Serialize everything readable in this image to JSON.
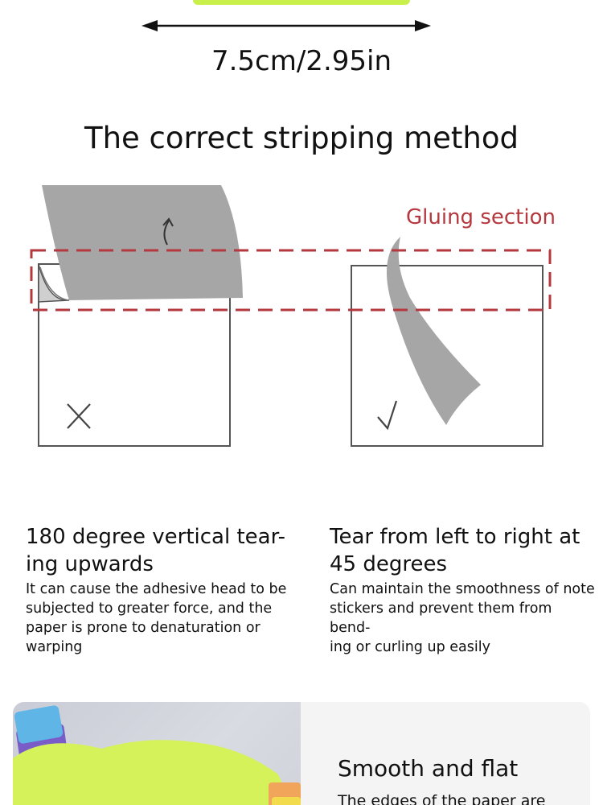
{
  "dimension": {
    "label": "7.5cm/2.95in"
  },
  "title": "The correct stripping method",
  "gluing_label": "Gluing section",
  "colors": {
    "accent_red": "#b5383e",
    "sheet_gray": "#a6a6a6",
    "note_green": "#c8ef4a"
  },
  "left": {
    "mark": "×",
    "heading_lines": [
      "180 degree vertical tear-",
      "ing upwards"
    ],
    "desc_lines": [
      "It can cause the adhesive head to be",
      "subjected to greater force, and the",
      "paper is prone to denaturation or",
      "warping"
    ]
  },
  "right": {
    "mark": "√",
    "heading_lines": [
      "Tear from left to right at",
      "45 degrees"
    ],
    "desc_lines": [
      "Can maintain the smoothness of note",
      "stickers and prevent them from bend-",
      "ing or curling up easily"
    ]
  },
  "bottom": {
    "title": "Smooth and flat",
    "desc": "The edges of the paper are"
  }
}
